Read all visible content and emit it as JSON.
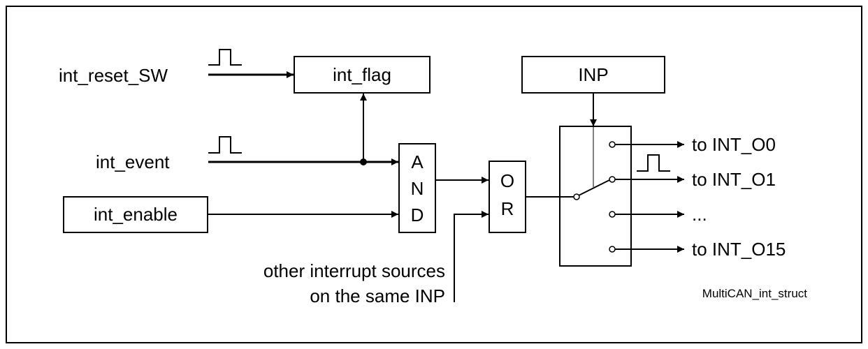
{
  "diagram": {
    "inputs": {
      "int_reset_sw": "int_reset_SW",
      "int_event": "int_event",
      "int_enable": "int_enable"
    },
    "blocks": {
      "int_flag": "int_flag",
      "inp": "INP",
      "and_gate": [
        "A",
        "N",
        "D"
      ],
      "or_gate": [
        "O",
        "R"
      ]
    },
    "outputs": [
      "to INT_O0",
      "to INT_O1",
      "...",
      "to INT_O15"
    ],
    "note": [
      "other interrupt sources",
      "on the same INP"
    ],
    "caption": "MultiCAN_int_struct"
  }
}
